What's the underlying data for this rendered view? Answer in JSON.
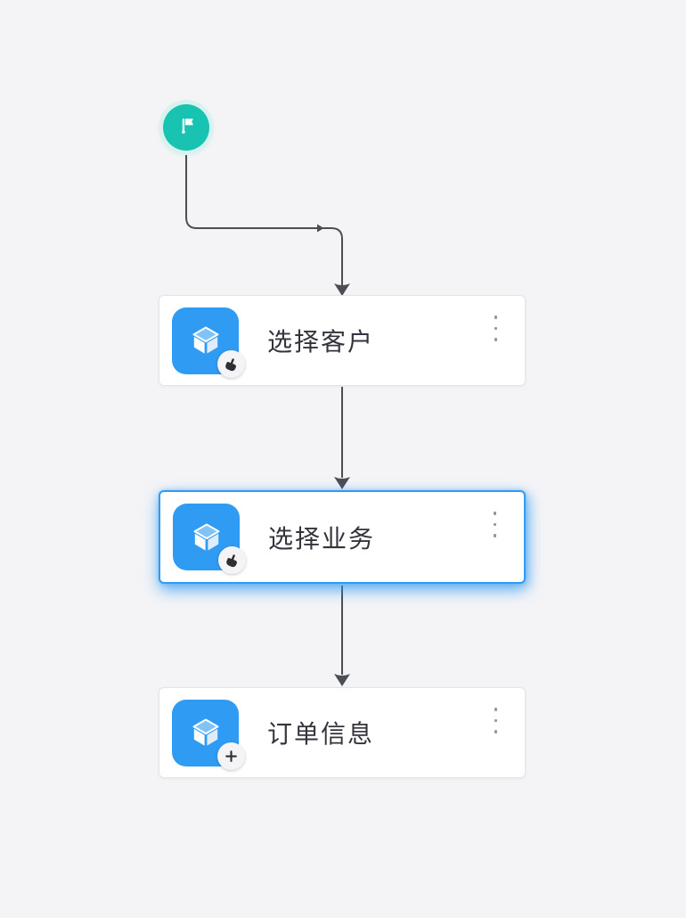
{
  "app": {
    "name": "workflow-designer-canvas"
  },
  "palette": {
    "canvas_bg": "#f4f4f7",
    "node_bg": "#ffffff",
    "node_border": "#e3e3ea",
    "selected_border": "#2f9bf2",
    "selected_glow": "rgba(47,155,242,0.6)",
    "action_icon_bg": "#2f9bf2",
    "start_node_bg": "#19c3b1",
    "start_node_halo": "#d8f3ef",
    "connector_color": "#4b4e55",
    "label_color": "#33343c",
    "kebab_dot_color": "#9598a2",
    "badge_bg": "#f4f4f6",
    "badge_glyph_color": "#2e2e33"
  },
  "start_node": {
    "name": "start",
    "icon": "flag-icon"
  },
  "nodes": [
    {
      "id": "node-1",
      "label": "选择客户",
      "icon": "cube-icon",
      "badge_icon": "hand-pointer-icon",
      "menu_icon": "kebab-menu-icon",
      "selected": false
    },
    {
      "id": "node-2",
      "label": "选择业务",
      "icon": "cube-icon",
      "badge_icon": "hand-pointer-icon",
      "menu_icon": "kebab-menu-icon",
      "selected": true
    },
    {
      "id": "node-3",
      "label": "订单信息",
      "icon": "cube-icon",
      "badge_icon": "plus-icon",
      "menu_icon": "kebab-menu-icon",
      "selected": false
    }
  ],
  "edges": [
    {
      "from": "start",
      "to": "node-1"
    },
    {
      "from": "node-1",
      "to": "node-2"
    },
    {
      "from": "node-2",
      "to": "node-3"
    }
  ]
}
